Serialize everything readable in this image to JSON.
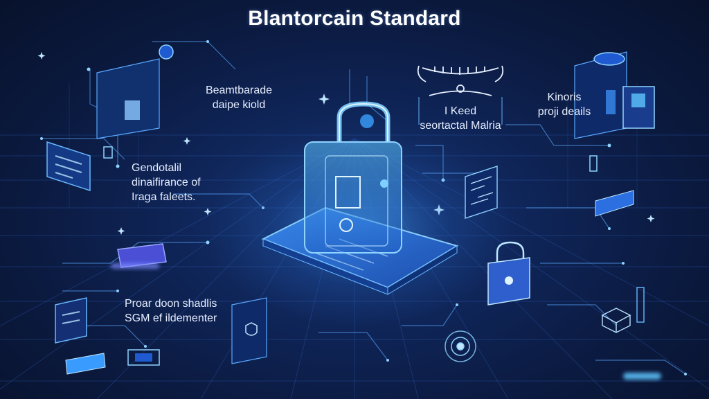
{
  "title": "Blantorcain Standard",
  "labels": {
    "top_left": [
      "Beamtbarade",
      "daipe kiold"
    ],
    "mid_left": [
      "Gendotalil",
      "dinaifirance of",
      "Iraga faleets."
    ],
    "bottom_left": [
      "Proar doon shadlis",
      "SGM ef ildementer"
    ],
    "top_center": [
      "I Keed",
      "seortactal Malria"
    ],
    "top_right": [
      "Kinoris",
      "proji deails"
    ]
  },
  "colors": {
    "background": "#0b1a40",
    "accent": "#4fb4ff",
    "glow": "#7fd0ff",
    "text": "#ffffff"
  },
  "icons": [
    "padlock-icon",
    "laptop-icon",
    "server-stack-icon",
    "microchip-icon",
    "shield-icon",
    "document-icon",
    "keyhole-icon",
    "fingerprint-icon",
    "crest-emblem-icon"
  ]
}
